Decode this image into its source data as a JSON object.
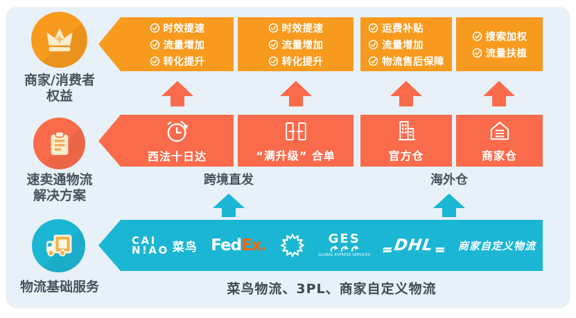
{
  "palette": {
    "orange": "#F79A1E",
    "coral": "#F96B4B",
    "teal": "#1BB6D4",
    "panel_bg": "#E8F1F8",
    "label_text": "#47525D",
    "fedex_orange": "#FF6200"
  },
  "left_rail": {
    "items": [
      {
        "icon": "crown-icon",
        "lines": [
          "商家/消费者",
          "权益"
        ]
      },
      {
        "icon": "clipboard-icon",
        "lines": [
          "速卖通物流",
          "解决方案"
        ]
      },
      {
        "icon": "truck-icon",
        "lines": [
          "物流基础服务"
        ]
      }
    ]
  },
  "benefits_row": {
    "boxes": [
      {
        "items": [
          "时效提速",
          "流量增加",
          "转化提升"
        ]
      },
      {
        "items": [
          "时效提速",
          "流量增加",
          "转化提升"
        ]
      },
      {
        "items": [
          "运费补贴",
          "流量增加",
          "物流售后保障"
        ]
      },
      {
        "items": [
          "搜索加权",
          "流量扶植"
        ]
      }
    ]
  },
  "solutions_row": {
    "boxes": [
      {
        "icon": "clock-icon",
        "label": "西法十日达"
      },
      {
        "icon": "merge-boxes-icon",
        "label": "“满升级” 合单"
      },
      {
        "icon": "building-icon",
        "label": "官方仓"
      },
      {
        "icon": "warehouse-icon",
        "label": "商家仓"
      }
    ],
    "groups": [
      "跨境直发",
      "海外仓"
    ]
  },
  "logistics_bar": {
    "cainiao_line1": "CAI",
    "cainiao_line2": "N!AO",
    "cainiao_cn": "菜鸟",
    "fedex_fed": "Fed",
    "fedex_ex": "Ex",
    "fedex_dot": ".",
    "ges_text": "GES",
    "ges_sub": "GLOBAL EXPRESS SERVICES",
    "dhl_text": "DHL",
    "custom_text": "商家自定义物流",
    "caption": "菜鸟物流、3PL、商家自定义物流"
  }
}
